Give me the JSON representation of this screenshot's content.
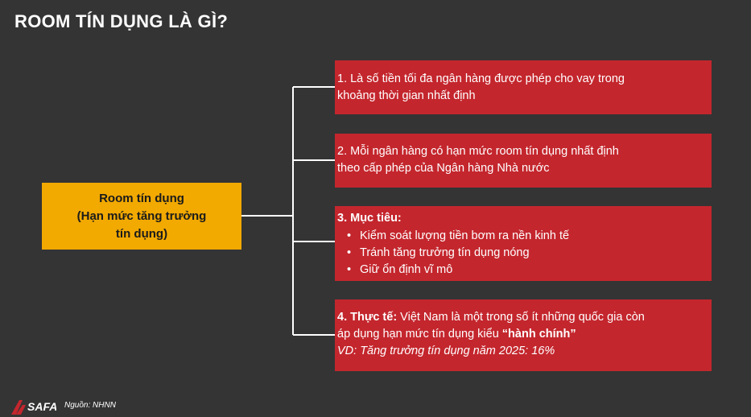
{
  "title": "ROOM TÍN DỤNG LÀ GÌ?",
  "center": {
    "lines": [
      "Room tín dụng",
      "(Hạn mức tăng trưởng",
      "tín dụng)"
    ],
    "color": "#f2a900"
  },
  "cards": {
    "card1": {
      "line1": "1. Là số tiền tối đa ngân hàng được phép cho vay trong",
      "line2": "khoảng thời gian nhất định"
    },
    "card2": {
      "line1": "2. Mỗi ngân hàng có hạn mức room tín dụng nhất định",
      "line2": "theo cấp phép của Ngân hàng Nhà nước"
    },
    "card3": {
      "heading": "3. Mục tiêu:",
      "bullets": [
        "Kiểm soát lượng tiền bơm ra nền kinh tế",
        "Tránh tăng trưởng tín dụng nóng",
        "Giữ ổn định vĩ mô"
      ]
    },
    "card4": {
      "lead": "4. Thực tế:",
      "text1": " Việt Nam là một trong số ít những quốc gia còn",
      "text2": "áp dụng hạn mức tín dụng kiểu ",
      "quote": "“hành chính”",
      "example": "VD: Tăng trưởng tín dụng năm 2025: 16%"
    },
    "color": "#c4262d"
  },
  "footer": {
    "logo_text": "SAFA",
    "source": "Nguồn: NHNN"
  },
  "colors": {
    "background": "#343434",
    "accent_yellow": "#f2a900",
    "accent_red": "#c4262d",
    "text": "#ffffff"
  }
}
